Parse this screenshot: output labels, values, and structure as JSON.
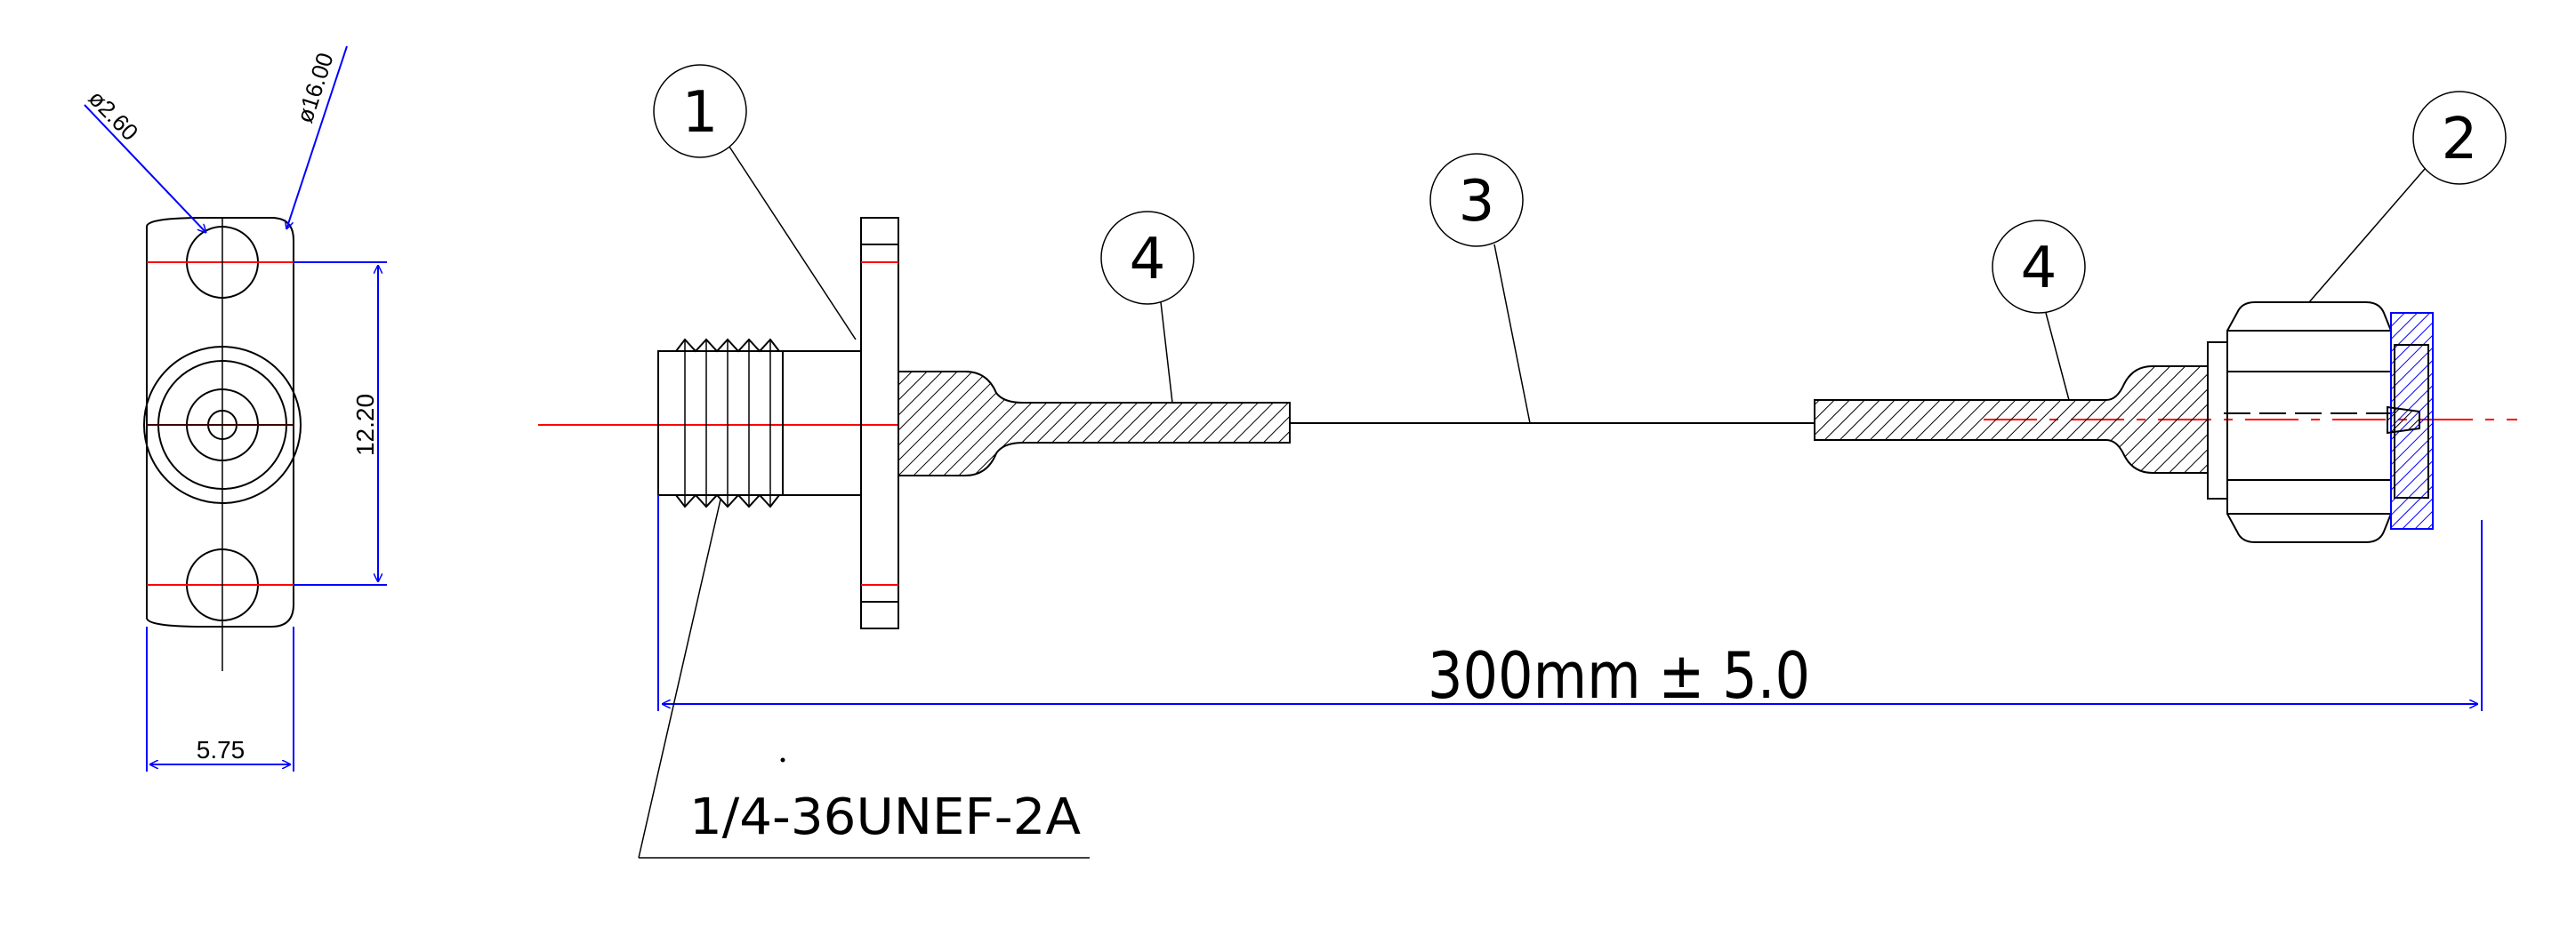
{
  "labels": {
    "dia_small": "ø2.60",
    "dia_large": "ø16.00",
    "height_dim": "12.20",
    "width_dim": "5.75",
    "length": "300mm ± 5.0",
    "thread": "1/4-36UNEF-2A"
  },
  "balloons": [
    "1",
    "2",
    "3",
    "4",
    "4"
  ],
  "colors": {
    "outline": "#000000",
    "dimension": "#0000ff",
    "centerline": "#ff0000"
  }
}
